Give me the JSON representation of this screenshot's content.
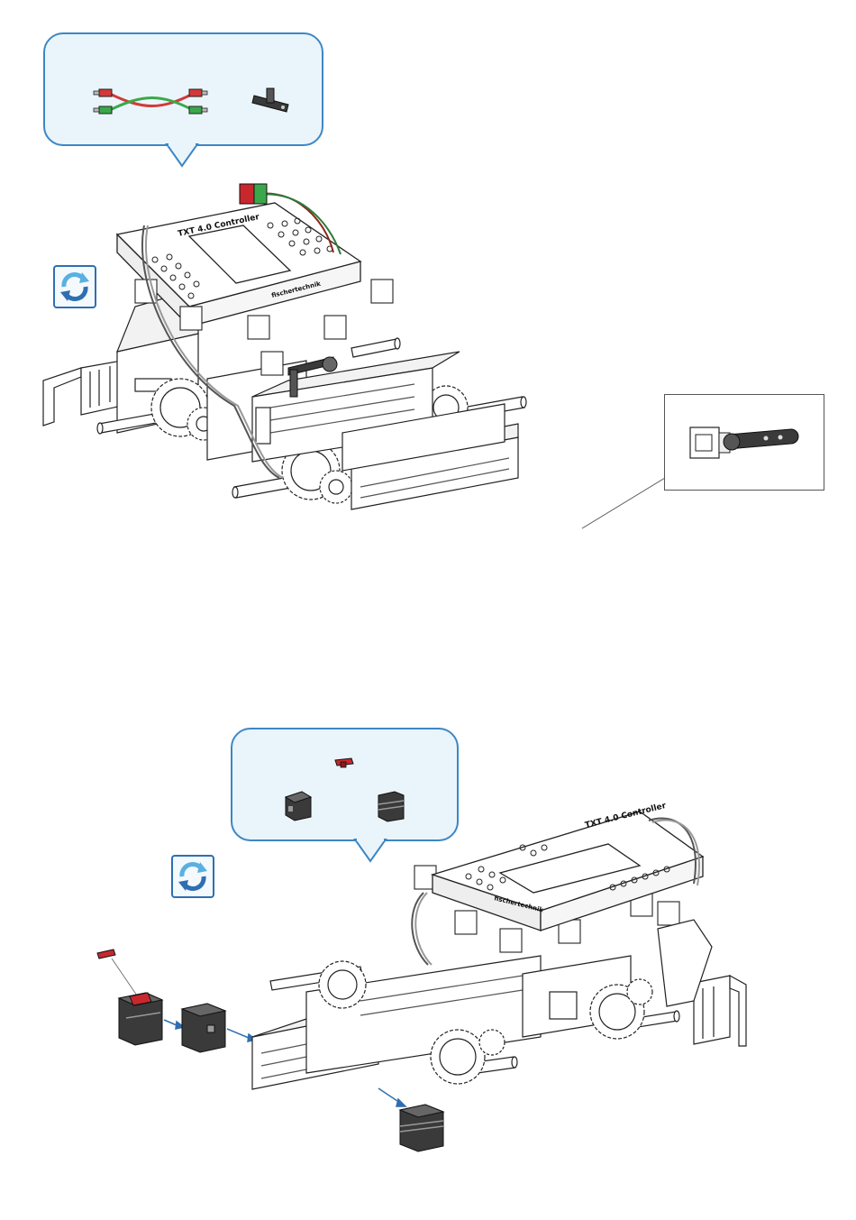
{
  "step1": {
    "controller_title": "TXT 4.0 Controller",
    "brand_label": "fischertechnik"
  },
  "step2": {
    "controller_title": "TXT 4.0 Controller",
    "brand_label": "fischertechnik"
  },
  "colors": {
    "bubble_fill": "#eaf5fb",
    "bubble_border": "#3d87c4",
    "cable_red": "#d23a3a",
    "cable_green": "#3aa84a",
    "part_red": "#c8282d",
    "part_dark": "#3a3a3a",
    "arrow_blue": "#2f6fb0"
  },
  "icons": {
    "rotate": "rotate-model-icon",
    "cable": "cable-icon",
    "lever": "lever-arm-icon",
    "building_block": "building-block-icon"
  }
}
